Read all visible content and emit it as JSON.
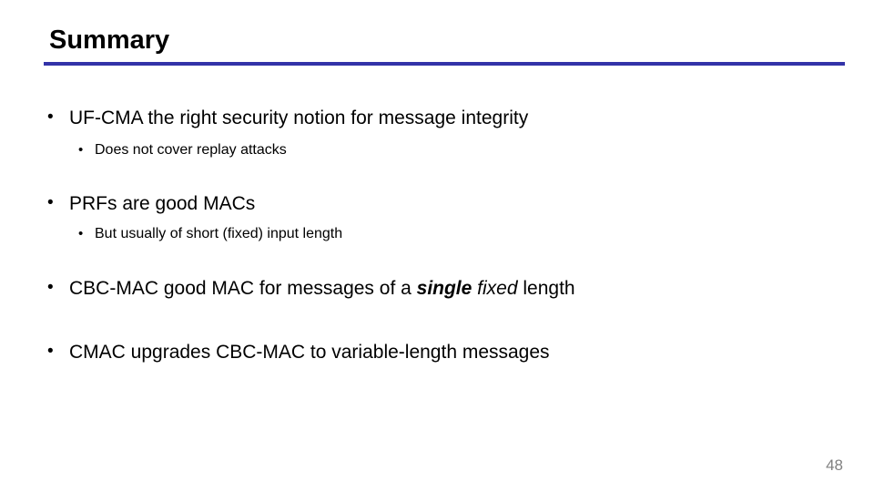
{
  "slide": {
    "title": "Summary",
    "accent_color": "#3333A8",
    "bullet_glyph": "•",
    "bullets": [
      {
        "level": 1,
        "text": "UF-CMA the right security notion for message integrity"
      },
      {
        "level": 2,
        "text": "Does not cover replay attacks"
      },
      {
        "level": 1,
        "text": "PRFs are good MACs"
      },
      {
        "level": 2,
        "text": "But usually of short (fixed) input length"
      },
      {
        "level": 1,
        "parts": {
          "prefix": "CBC-MAC good MAC for messages of a ",
          "bold_italic": "single",
          "italic": " fixed",
          "suffix": " length"
        }
      },
      {
        "level": 1,
        "text": "CMAC upgrades CBC-MAC to variable-length messages"
      }
    ],
    "page_number": "48"
  }
}
